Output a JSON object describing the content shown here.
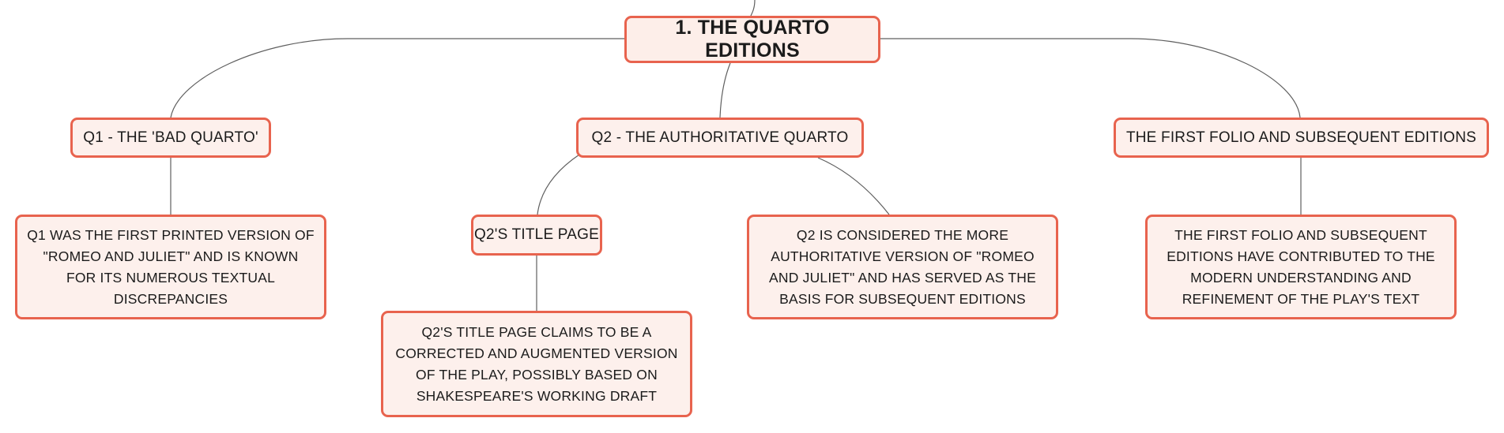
{
  "colors": {
    "node_border": "#e8634e",
    "node_fill": "#fdf0ec",
    "connector": "#5f5f5f",
    "text": "#1b1b1b"
  },
  "mindmap": {
    "root": "1. THE QUARTO EDITIONS",
    "q1": {
      "title": "Q1 - THE 'BAD QUARTO'",
      "detail": "Q1 WAS THE FIRST PRINTED VERSION OF \"ROMEO AND JULIET\" AND IS KNOWN FOR ITS NUMEROUS TEXTUAL DISCREPANCIES"
    },
    "q2": {
      "title": "Q2 - THE AUTHORITATIVE QUARTO",
      "title_page": {
        "title": "Q2'S TITLE PAGE",
        "detail": "Q2'S TITLE PAGE CLAIMS TO BE A CORRECTED AND AUGMENTED VERSION OF THE PLAY, POSSIBLY BASED ON SHAKESPEARE'S WORKING DRAFT"
      },
      "detail": "Q2 IS CONSIDERED THE MORE AUTHORITATIVE VERSION OF \"ROMEO AND JULIET\" AND HAS SERVED AS THE BASIS FOR SUBSEQUENT EDITIONS"
    },
    "folio": {
      "title": "THE FIRST FOLIO AND SUBSEQUENT EDITIONS",
      "detail": "THE FIRST FOLIO AND SUBSEQUENT EDITIONS HAVE CONTRIBUTED TO THE MODERN UNDERSTANDING AND REFINEMENT OF THE PLAY'S TEXT"
    }
  }
}
